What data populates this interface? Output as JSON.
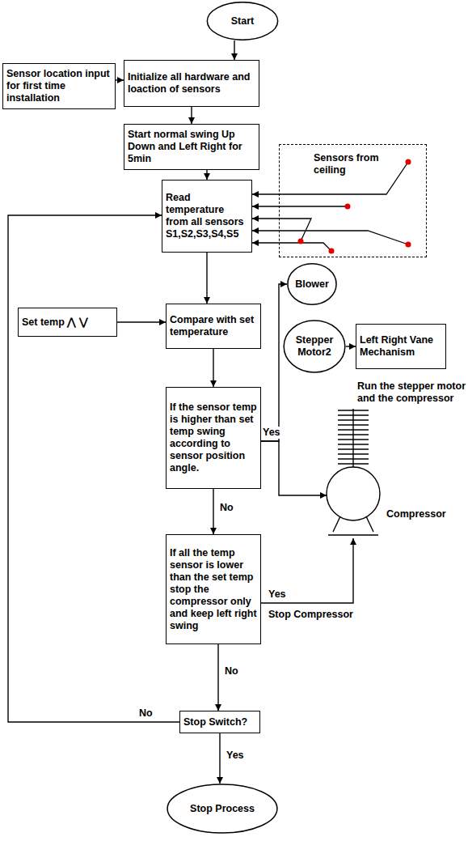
{
  "diagram": {
    "nodes": [
      {
        "text": [
          "Start"
        ]
      },
      {
        "text": [
          "Sensor location input for first time installation"
        ]
      },
      {
        "text": [
          "Initialize all hardware and loaction of sensors"
        ]
      },
      {
        "text": [
          "Start normal swing Up Down and Left Right for 5min"
        ]
      },
      {
        "text": [
          "Read temperature from all sensors S1,S2,S3,S4,S5"
        ]
      },
      {
        "text": [
          "Sensors from ceiling"
        ]
      },
      {
        "text": [
          "Set temp ⋀ ⋁"
        ]
      },
      {
        "text": [
          "Compare with set temperature"
        ]
      },
      {
        "text": [
          "If the sensor temp is higher than set temp swing according to sensor position angle."
        ]
      },
      {
        "text": [
          "Blower"
        ]
      },
      {
        "text": [
          "Stepper Motor2"
        ]
      },
      {
        "text": [
          "Left Right Vane Mechanism"
        ]
      },
      {
        "text": [
          "Compressor"
        ]
      },
      {
        "text": [
          "If all the temp sensor is lower than the set temp stop the compressor only and keep left right swing"
        ]
      },
      {
        "text": [
          "Stop Switch?"
        ]
      },
      {
        "text": [
          "Stop Process"
        ]
      }
    ],
    "edges": [
      {
        "from": 0,
        "to": 2,
        "arrow": "to"
      },
      {
        "from": 1,
        "to": 2,
        "arrow": "to"
      },
      {
        "from": 2,
        "to": 3,
        "arrow": "to"
      },
      {
        "from": 3,
        "to": 4,
        "arrow": "to"
      },
      {
        "from": 5,
        "to": 4,
        "arrow": "to"
      },
      {
        "from": 6,
        "to": 7,
        "arrow": "to"
      },
      {
        "from": 4,
        "to": 7,
        "arrow": "to"
      },
      {
        "from": 7,
        "to": 8,
        "arrow": "to"
      },
      {
        "from": 8,
        "to": 9,
        "label": "Yes",
        "arrow": "to"
      },
      {
        "from": 8,
        "to": 12,
        "arrow": "to"
      },
      {
        "from": 10,
        "to": 11,
        "arrow": "to"
      },
      {
        "from": 8,
        "to": 13,
        "label": "No",
        "arrow": "to"
      },
      {
        "from": 13,
        "to": 12,
        "label": "Yes",
        "arrow": "to"
      },
      {
        "from": 13,
        "to": 14,
        "label": "No",
        "arrow": "to"
      },
      {
        "from": 14,
        "to": 4,
        "label": "No",
        "arrow": "to"
      },
      {
        "from": 14,
        "to": 15,
        "label": "Yes",
        "arrow": "to"
      }
    ],
    "labels": [
      "Run the stepper motor and the compressor",
      "Stop Compressor"
    ]
  }
}
